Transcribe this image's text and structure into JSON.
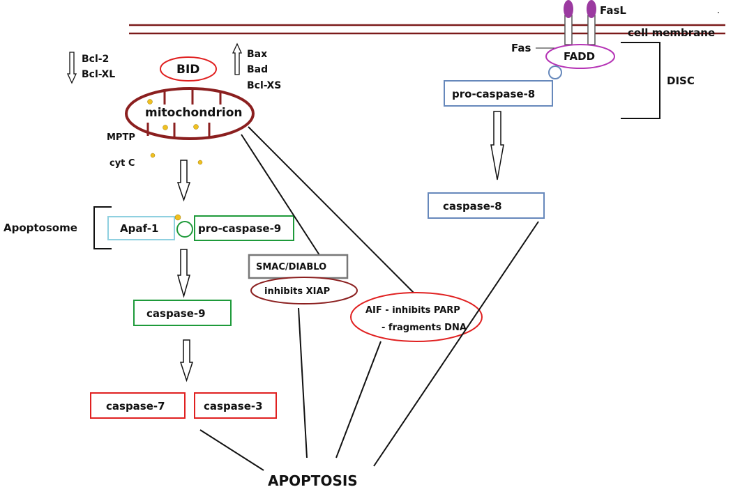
{
  "labels": {
    "fasl": "FasL",
    "cell_membrane": "cell membrane",
    "fas": "Fas",
    "fadd": "FADD",
    "disc": "DISC",
    "pro_caspase_8": "pro-caspase-8",
    "caspase_8": "caspase-8",
    "bcl2": "Bcl-2",
    "bclxl": "Bcl-XL",
    "bid": "BID",
    "bax": "Bax",
    "bad": "Bad",
    "bclxs": "Bcl-XS",
    "mitochondrion": "mitochondrion",
    "mptp": "MPTP",
    "cytc": "cyt C",
    "apoptosome": "Apoptosome",
    "apaf1": "Apaf-1",
    "pro_caspase_9": "pro-caspase-9",
    "caspase_9": "caspase-9",
    "caspase_7": "caspase-7",
    "caspase_3": "caspase-3",
    "smac": "SMAC/DIABLO",
    "xiap": "inhibits XIAP",
    "aif_line1": "AIF - inhibits PARP",
    "aif_line2": "- fragments DNA",
    "apoptosis": "APOPTOSIS"
  },
  "colors": {
    "membrane": "#7b1a1a",
    "mitochondrion": "#8b1f1f",
    "red_box": "#e02020",
    "green_box": "#1e9a3a",
    "blue_box": "#6688bb",
    "cyan_box": "#8fd0e0",
    "gray_box": "#777777",
    "fadd_outline": "#b533b5",
    "fasl_purple": "#9b3aa0",
    "granule": "#f0c020"
  }
}
